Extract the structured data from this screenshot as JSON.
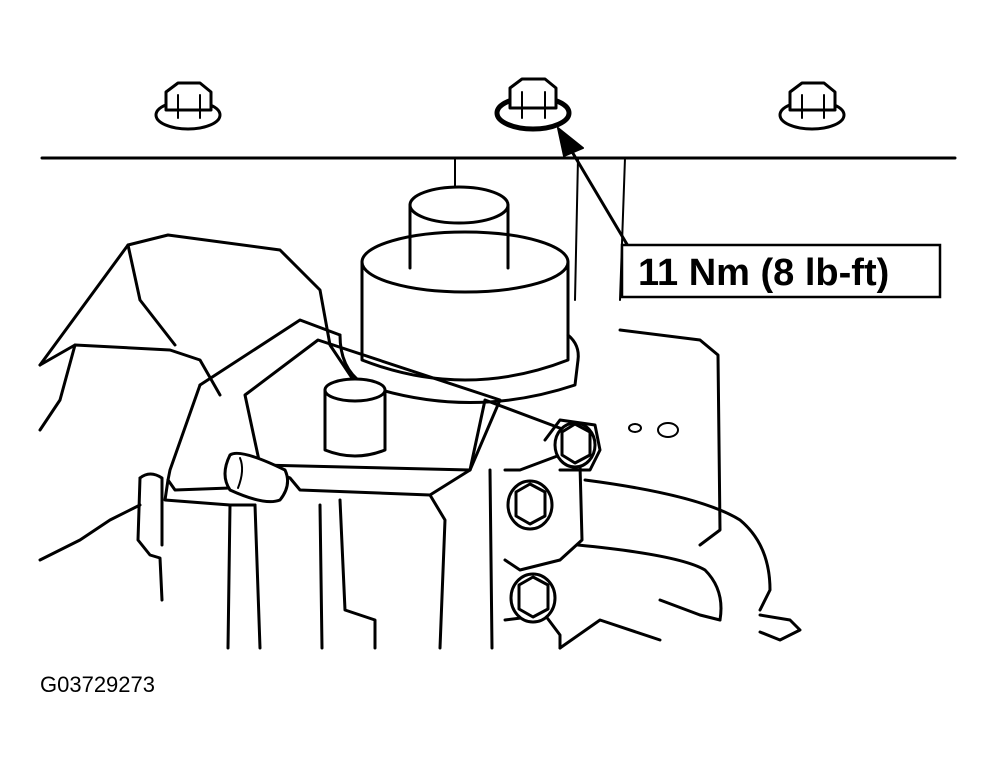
{
  "callout": {
    "torque_label": "11 Nm (8 lb-ft)"
  },
  "figure": {
    "id": "G03729273"
  },
  "fasteners": [
    {
      "name": "left-bolt"
    },
    {
      "name": "center-bolt"
    },
    {
      "name": "right-bolt"
    },
    {
      "name": "upper-side-bolt"
    },
    {
      "name": "middle-side-bolt"
    },
    {
      "name": "lower-side-bolt"
    }
  ]
}
